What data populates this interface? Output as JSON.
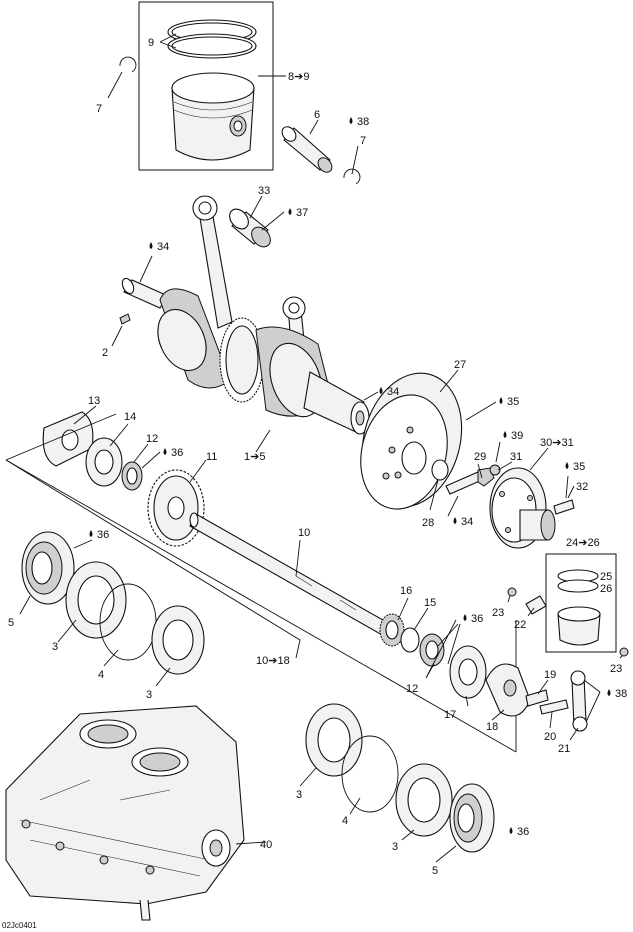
{
  "figure_code": "02Jc0401",
  "callouts": [
    {
      "id": "9-top",
      "text": "9"
    },
    {
      "id": "8-9",
      "text": "8➔9"
    },
    {
      "id": "7-left",
      "text": "7"
    },
    {
      "id": "6",
      "text": "6"
    },
    {
      "id": "38-top",
      "text": "38"
    },
    {
      "id": "7-right",
      "text": "7"
    },
    {
      "id": "33",
      "text": "33"
    },
    {
      "id": "37",
      "text": "37"
    },
    {
      "id": "34-top",
      "text": "34"
    },
    {
      "id": "2",
      "text": "2"
    },
    {
      "id": "27",
      "text": "27"
    },
    {
      "id": "34-mid",
      "text": "34"
    },
    {
      "id": "35-mid",
      "text": "35"
    },
    {
      "id": "13",
      "text": "13"
    },
    {
      "id": "14",
      "text": "14"
    },
    {
      "id": "12-top",
      "text": "12"
    },
    {
      "id": "36-a",
      "text": "36"
    },
    {
      "id": "11",
      "text": "11"
    },
    {
      "id": "1-5",
      "text": "1➔5"
    },
    {
      "id": "39",
      "text": "39"
    },
    {
      "id": "29",
      "text": "29"
    },
    {
      "id": "31",
      "text": "31"
    },
    {
      "id": "30-31",
      "text": "30➔31"
    },
    {
      "id": "35-right",
      "text": "35"
    },
    {
      "id": "32",
      "text": "32"
    },
    {
      "id": "28",
      "text": "28"
    },
    {
      "id": "34-low",
      "text": "34"
    },
    {
      "id": "36-b",
      "text": "36"
    },
    {
      "id": "10",
      "text": "10"
    },
    {
      "id": "24-26",
      "text": "24➔26"
    },
    {
      "id": "25",
      "text": "25"
    },
    {
      "id": "26",
      "text": "26"
    },
    {
      "id": "5-left",
      "text": "5"
    },
    {
      "id": "3-a",
      "text": "3"
    },
    {
      "id": "16",
      "text": "16"
    },
    {
      "id": "15",
      "text": "15"
    },
    {
      "id": "23-a",
      "text": "23"
    },
    {
      "id": "22",
      "text": "22"
    },
    {
      "id": "36-c",
      "text": "36"
    },
    {
      "id": "4-a",
      "text": "4"
    },
    {
      "id": "10-18",
      "text": "10➔18"
    },
    {
      "id": "23-b",
      "text": "23"
    },
    {
      "id": "3-b",
      "text": "3"
    },
    {
      "id": "12-low",
      "text": "12"
    },
    {
      "id": "19",
      "text": "19"
    },
    {
      "id": "38-low",
      "text": "38"
    },
    {
      "id": "17",
      "text": "17"
    },
    {
      "id": "18",
      "text": "18"
    },
    {
      "id": "20",
      "text": "20"
    },
    {
      "id": "21",
      "text": "21"
    },
    {
      "id": "3-c",
      "text": "3"
    },
    {
      "id": "4-b",
      "text": "4"
    },
    {
      "id": "40",
      "text": "40"
    },
    {
      "id": "3-d",
      "text": "3"
    },
    {
      "id": "36-d",
      "text": "36"
    },
    {
      "id": "5-low",
      "text": "5"
    }
  ]
}
